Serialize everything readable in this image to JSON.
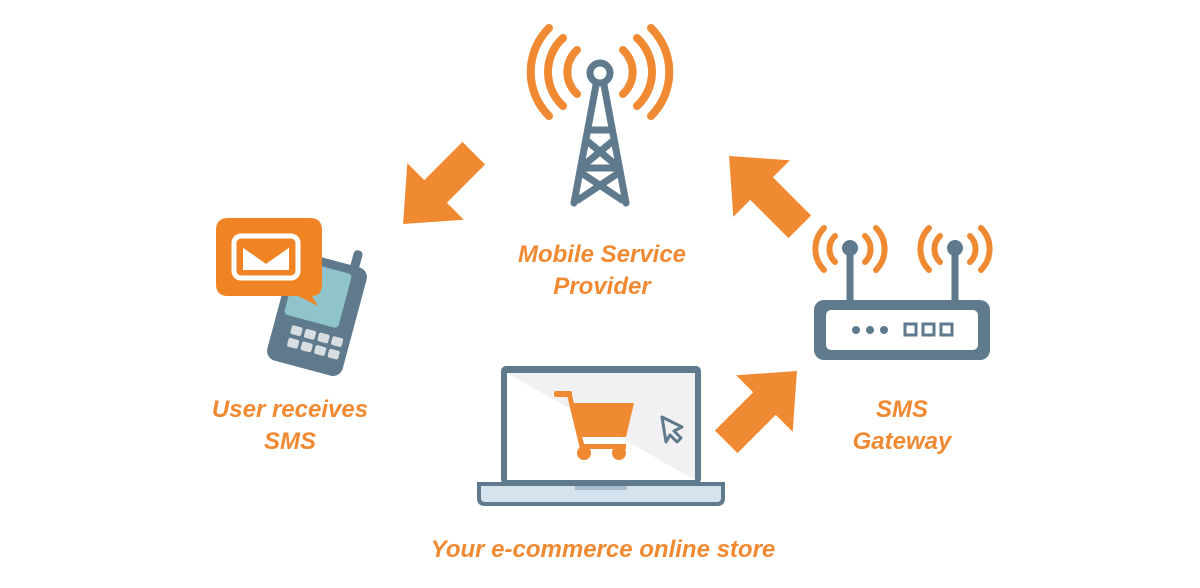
{
  "colors": {
    "accent": "#ef8a33",
    "slate": "#5e7a8c",
    "screen": "#f1f1f3",
    "phone_screen": "#8fc4cc"
  },
  "nodes": {
    "provider": {
      "line1": "Mobile Service",
      "line2": "Provider",
      "icon": "cell-tower-icon"
    },
    "user": {
      "line1": "User receives",
      "line2": "SMS",
      "icon": "mobile-phone-message-icon"
    },
    "gateway": {
      "line1": "SMS",
      "line2": "Gateway",
      "icon": "router-icon"
    },
    "store": {
      "line1": "Your e-commerce online store",
      "icon": "laptop-shopping-cart-icon"
    }
  },
  "flow": [
    {
      "from": "store",
      "to": "gateway"
    },
    {
      "from": "gateway",
      "to": "provider"
    },
    {
      "from": "provider",
      "to": "user"
    }
  ]
}
